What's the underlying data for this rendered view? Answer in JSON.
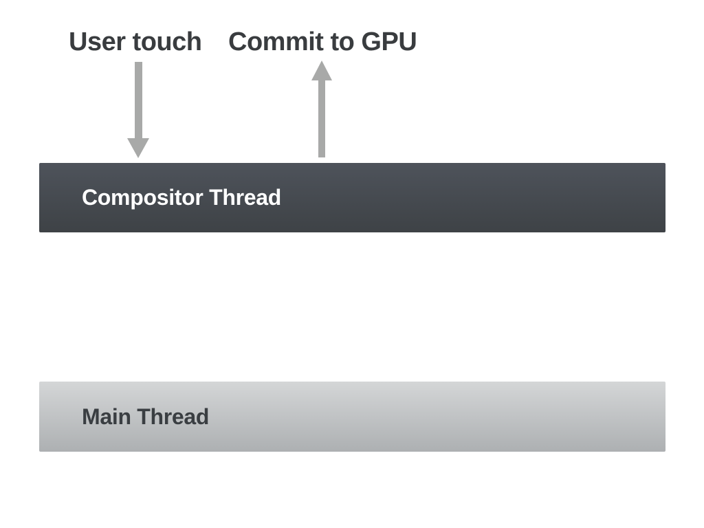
{
  "diagram": {
    "labels": {
      "user_touch": "User touch",
      "commit_to_gpu": "Commit to GPU"
    },
    "arrows": [
      {
        "name": "user-touch-arrow",
        "direction": "down",
        "points_to": "Compositor Thread"
      },
      {
        "name": "commit-to-gpu-arrow",
        "direction": "up",
        "points_from": "Compositor Thread"
      }
    ],
    "bars": {
      "compositor": {
        "label": "Compositor Thread"
      },
      "main": {
        "label": "Main Thread"
      }
    }
  },
  "colors": {
    "background": "#ffffff",
    "label_text": "#393c3f",
    "arrow": "#a8a9a8",
    "compositor_top": "#4e535b",
    "compositor_bottom": "#3e4246",
    "compositor_text": "#ffffff",
    "main_top": "#d4d6d7",
    "main_bottom": "#adb0b2",
    "main_text": "#3a3e42"
  }
}
